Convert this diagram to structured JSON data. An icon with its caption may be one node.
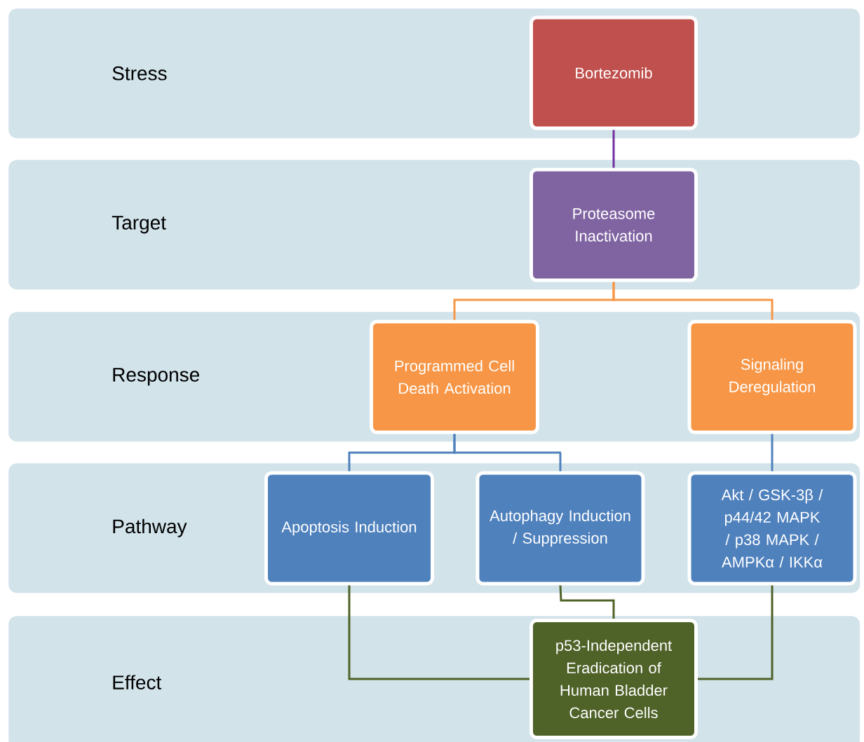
{
  "diagram": {
    "nodes": [
      {
        "text": [
          "Stress"
        ]
      },
      {
        "text": [
          "Bortezomib"
        ],
        "in": 0
      },
      {
        "text": [
          "Target"
        ]
      },
      {
        "text": [
          "Proteasome Inactivation"
        ],
        "in": 2
      },
      {
        "text": [
          "Response"
        ]
      },
      {
        "text": [
          "Programmed Cell Death Activation"
        ],
        "in": 4
      },
      {
        "text": [
          "Signaling Deregulation"
        ],
        "in": 4
      },
      {
        "text": [
          "Pathway"
        ]
      },
      {
        "text": [
          "Apoptosis Induction"
        ],
        "in": 7
      },
      {
        "text": [
          "Autophagy Induction / Suppression"
        ],
        "in": 7
      },
      {
        "text": [
          "Akt / GSK-3β / p44/42 MAPK / p38 MAPK / AMPKα / IKKα"
        ],
        "in": 7
      },
      {
        "text": [
          "Effect"
        ]
      },
      {
        "text": [
          "p53-Independent Eradication of Human Bladder Cancer Cells"
        ],
        "in": 11
      }
    ],
    "edges": [
      {
        "from": 1,
        "to": 3,
        "arrow": "none",
        "color": "#7030a0"
      },
      {
        "from": 3,
        "to": 5,
        "arrow": "none",
        "color": "#f79646"
      },
      {
        "from": 3,
        "to": 6,
        "arrow": "none",
        "color": "#f79646"
      },
      {
        "from": 5,
        "to": 8,
        "arrow": "none",
        "color": "#4f81bd"
      },
      {
        "from": 5,
        "to": 9,
        "arrow": "none",
        "color": "#4f81bd"
      },
      {
        "from": 6,
        "to": 10,
        "arrow": "none",
        "color": "#4f81bd"
      },
      {
        "from": 8,
        "to": 12,
        "arrow": "none",
        "color": "#4f6228"
      },
      {
        "from": 9,
        "to": 12,
        "arrow": "none",
        "color": "#4f6228"
      },
      {
        "from": 10,
        "to": 12,
        "arrow": "none",
        "color": "#4f6228"
      }
    ]
  }
}
